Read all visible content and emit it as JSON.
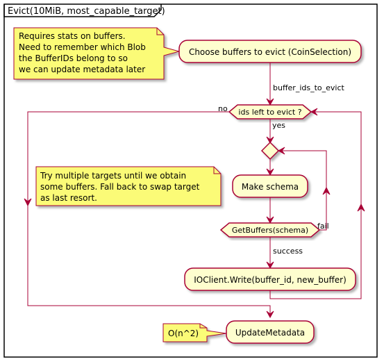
{
  "frame": {
    "title": "Evict(10MiB, most_capable_target)"
  },
  "nodes": {
    "choose_buffers": "Choose buffers to evict (CoinSelection)",
    "ids_left": "ids left to evict ?",
    "make_schema": "Make schema",
    "get_buffers": "GetBuffers(schema)",
    "ioclient_write": "IOClient.Write(buffer_id, new_buffer)",
    "update_metadata": "UpdateMetadata"
  },
  "edges": {
    "buffer_ids_to_evict": "buffer_ids_to_evict",
    "no": "no",
    "yes": "yes",
    "fail": "fail",
    "success": "success"
  },
  "notes": {
    "requires_stats": [
      "Requires stats on buffers.",
      "Need to remember which Blob",
      "the BufferIDs belong to so",
      "we can update metadata later"
    ],
    "try_targets": [
      "Try multiple targets until we obtain",
      "some buffers. Fall back to swap target",
      "as last resort."
    ],
    "complexity": "O(n^2)"
  },
  "colors": {
    "activity_fill": "#FEFECE",
    "border": "#A80036",
    "note_fill": "#FBFB77"
  }
}
